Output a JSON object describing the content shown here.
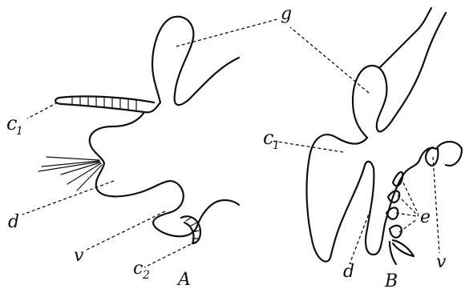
{
  "figure": {
    "panel_a": {
      "caption": "A",
      "labels": {
        "g": "g",
        "c1": "c",
        "c1_sub": "1",
        "d": "d",
        "v": "v",
        "c2": "c",
        "c2_sub": "2"
      }
    },
    "panel_b": {
      "caption": "B",
      "labels": {
        "c1": "c",
        "c1_sub": "1",
        "d": "d",
        "e": "e",
        "v": "v"
      }
    }
  }
}
